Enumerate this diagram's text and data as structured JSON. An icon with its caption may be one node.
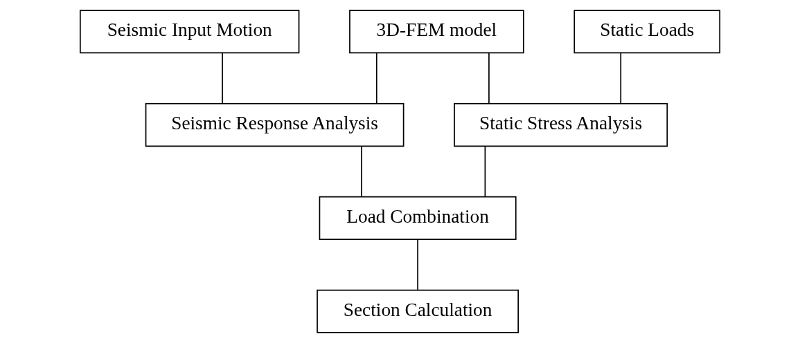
{
  "diagram": {
    "nodes": [
      {
        "text": [
          "Seismic Input Motion"
        ]
      },
      {
        "text": [
          "3D-FEM model"
        ]
      },
      {
        "text": [
          "Static Loads"
        ]
      },
      {
        "text": [
          "Seismic Response Analysis"
        ]
      },
      {
        "text": [
          "Static Stress Analysis"
        ]
      },
      {
        "text": [
          "Load Combination"
        ]
      },
      {
        "text": [
          "Section Calculation"
        ]
      }
    ],
    "edges": [
      {
        "from": 0,
        "to": 3,
        "arrow": "none"
      },
      {
        "from": 1,
        "to": 3,
        "arrow": "none"
      },
      {
        "from": 1,
        "to": 4,
        "arrow": "none"
      },
      {
        "from": 2,
        "to": 4,
        "arrow": "none"
      },
      {
        "from": 3,
        "to": 5,
        "arrow": "none"
      },
      {
        "from": 4,
        "to": 5,
        "arrow": "none"
      },
      {
        "from": 5,
        "to": 6,
        "arrow": "none"
      }
    ]
  }
}
